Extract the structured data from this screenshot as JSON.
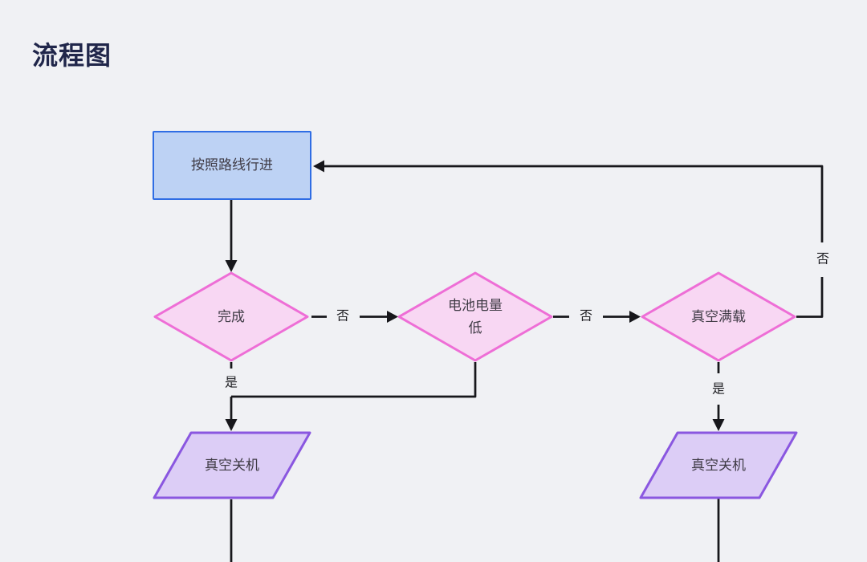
{
  "title": "流程图",
  "nodes": [
    {
      "id": "follow-route",
      "type": "process",
      "label": "按照路线行进"
    },
    {
      "id": "complete",
      "type": "decision",
      "label": "完成"
    },
    {
      "id": "battery-low",
      "type": "decision",
      "label": "电池电量低"
    },
    {
      "id": "vacuum-full",
      "type": "decision",
      "label": "真空满载"
    },
    {
      "id": "vacuum-shutdown-left",
      "type": "input-output",
      "label": "真空关机"
    },
    {
      "id": "vacuum-shutdown-right",
      "type": "input-output",
      "label": "真空关机"
    }
  ],
  "edges": [
    {
      "from": "follow-route",
      "to": "complete",
      "label": ""
    },
    {
      "from": "complete",
      "to": "battery-low",
      "label": "否"
    },
    {
      "from": "battery-low",
      "to": "vacuum-full",
      "label": "否"
    },
    {
      "from": "vacuum-full",
      "to": "follow-route",
      "label": "否"
    },
    {
      "from": "complete",
      "to": "vacuum-shutdown-left",
      "label": "是"
    },
    {
      "from": "battery-low",
      "to": "vacuum-shutdown-left",
      "label": ""
    },
    {
      "from": "vacuum-full",
      "to": "vacuum-shutdown-right",
      "label": "是"
    }
  ],
  "colors": {
    "background": "#f0f1f4",
    "connector": "#17171b",
    "process_fill": "#bdd2f4",
    "process_stroke": "#2f6de4",
    "decision_fill": "#f8d7f3",
    "decision_stroke": "#ee6ed6",
    "io_fill": "#dccdf6",
    "io_stroke": "#8a57e0",
    "title_color": "#20264a",
    "node_text": "#3f3b45"
  }
}
